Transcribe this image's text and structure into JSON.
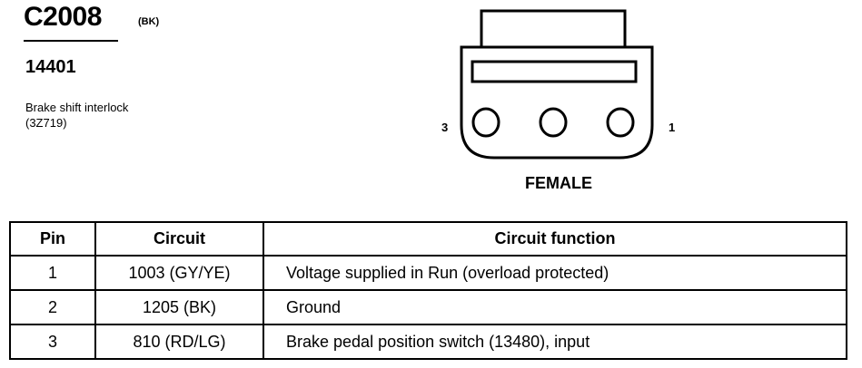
{
  "connector": {
    "id": "C2008",
    "color_code": "(BK)",
    "part_number": "14401",
    "description_lines": [
      "Brake shift interlock",
      "(3Z719)"
    ]
  },
  "diagram": {
    "gender_label": "FEMALE",
    "pin_label_left": "3",
    "pin_label_right": "1"
  },
  "table": {
    "headers": [
      "Pin",
      "Circuit",
      "Circuit function"
    ],
    "rows": [
      {
        "pin": "1",
        "circuit": "1003 (GY/YE)",
        "function": "Voltage supplied in Run (overload protected)"
      },
      {
        "pin": "2",
        "circuit": "1205 (BK)",
        "function": "Ground"
      },
      {
        "pin": "3",
        "circuit": "810 (RD/LG)",
        "function": "Brake pedal position switch (13480), input"
      }
    ]
  }
}
